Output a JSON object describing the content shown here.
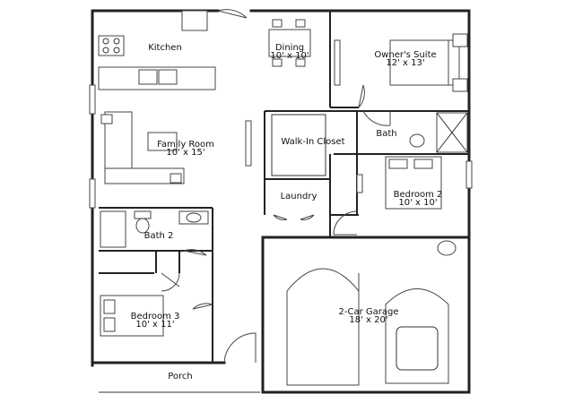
{
  "rooms": {
    "kitchen": {
      "name": "Kitchen",
      "dims": ""
    },
    "dining": {
      "name": "Dining",
      "dims": "10' x 10'"
    },
    "owners_suite": {
      "name": "Owner's Suite",
      "dims": "12' x 13'"
    },
    "family_room": {
      "name": "Family Room",
      "dims": "10' x 15'"
    },
    "walk_in_closet": {
      "name": "Walk-In Closet",
      "dims": ""
    },
    "owner_bath": {
      "name": "Bath",
      "dims": ""
    },
    "laundry": {
      "name": "Laundry",
      "dims": ""
    },
    "bedroom2": {
      "name": "Bedroom 2",
      "dims": "10' x 10'"
    },
    "bath2": {
      "name": "Bath 2",
      "dims": ""
    },
    "bedroom3": {
      "name": "Bedroom 3",
      "dims": "10' x 11'"
    },
    "garage": {
      "name": "2-Car Garage",
      "dims": "18' x 20'"
    },
    "porch": {
      "name": "Porch",
      "dims": ""
    }
  }
}
